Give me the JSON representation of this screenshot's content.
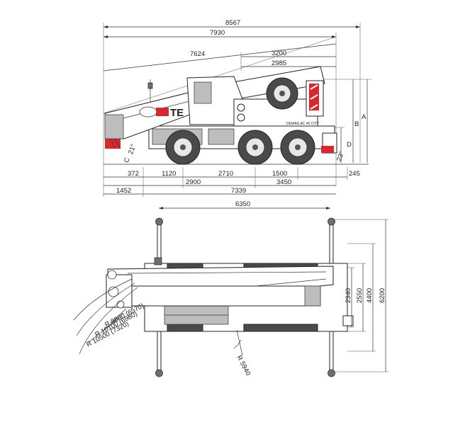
{
  "side_view": {
    "brand_text": "TE",
    "model_text": "DEMAG AC 40 CITY",
    "overall_lengths": {
      "total": "8567",
      "cab_to_front": "7930",
      "boom_length": "7624",
      "upper_length_a": "3200",
      "upper_length_b": "2985"
    },
    "height_labels": [
      "A",
      "B",
      "D"
    ],
    "left_labels": [
      "C",
      "21°"
    ],
    "right_label": "23°",
    "axle_dims_top": [
      "372",
      "1120",
      "2710",
      "1500",
      "245"
    ],
    "axle_dims_mid": [
      "2900",
      "3450"
    ],
    "axle_dims_bottom": [
      "1452",
      "7339"
    ]
  },
  "top_view": {
    "outrigger_span": "6350",
    "widths": [
      "2340",
      "2550",
      "4400",
      "6200"
    ],
    "radii": [
      "R 9800 (6570)",
      "R 10100 (6980)",
      "R 10500 (7320)",
      "R 5940"
    ]
  },
  "colors": {
    "accent_red": "#d8282f",
    "line": "#333333"
  }
}
